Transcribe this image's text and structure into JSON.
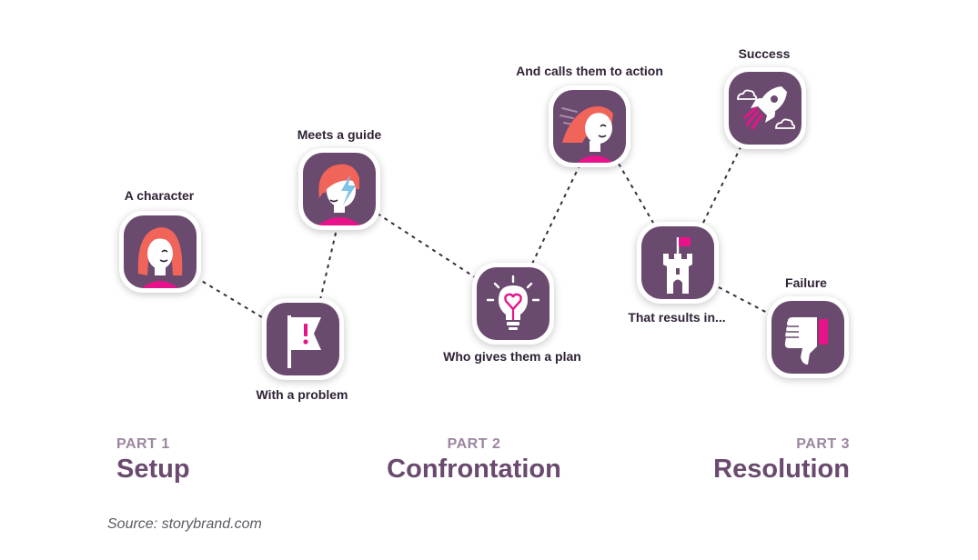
{
  "nodes": {
    "character": {
      "label": "A character",
      "icon": "woman-smiling-icon"
    },
    "problem": {
      "label": "With a problem",
      "icon": "exclamation-flag-icon"
    },
    "guide": {
      "label": "Meets a guide",
      "icon": "guide-with-lightning-icon"
    },
    "plan": {
      "label": "Who gives them a plan",
      "icon": "lightbulb-heart-icon"
    },
    "action": {
      "label": "And calls them to action",
      "icon": "woman-running-icon"
    },
    "results": {
      "label": "That results in...",
      "icon": "castle-tower-icon"
    },
    "success": {
      "label": "Success",
      "icon": "rocket-clouds-icon"
    },
    "failure": {
      "label": "Failure",
      "icon": "thumbs-down-icon"
    }
  },
  "parts": [
    {
      "number": "PART 1",
      "name": "Setup"
    },
    {
      "number": "PART 2",
      "name": "Confrontation"
    },
    {
      "number": "PART 3",
      "name": "Resolution"
    }
  ],
  "source": "Source: storybrand.com",
  "colors": {
    "tile": "#6a4a6e",
    "accent_pink": "#e8138a",
    "hair": "#f0645a",
    "title": "#6a4a6e",
    "part_number": "#9b86a0"
  }
}
